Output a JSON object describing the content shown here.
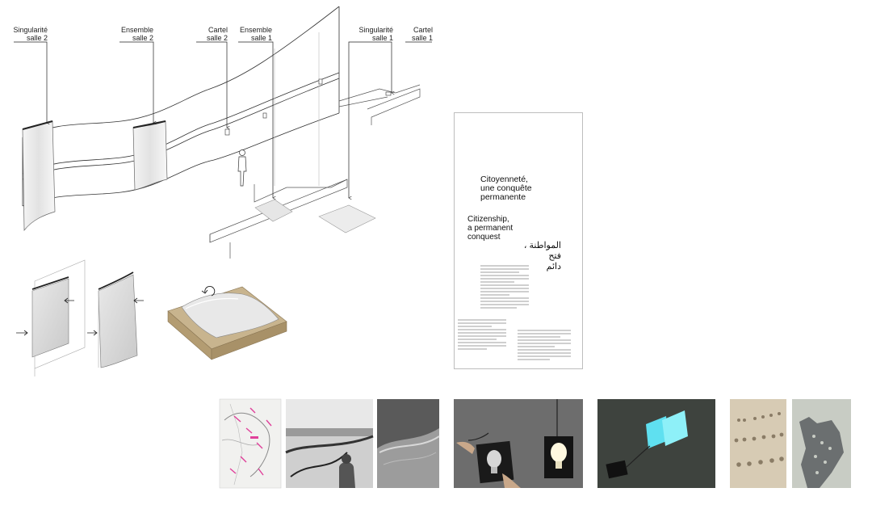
{
  "labels": {
    "singularite_salle2": [
      "Singularité",
      "salle 2"
    ],
    "ensemble_salle2": [
      "Ensemble",
      "salle 2"
    ],
    "cartel_salle2": [
      "Cartel",
      "salle 2"
    ],
    "ensemble_salle1": [
      "Ensemble",
      "salle 1"
    ],
    "singularite_salle1": [
      "Singularité",
      "salle 1"
    ],
    "cartel_salle1": [
      "Cartel",
      "salle 1"
    ]
  },
  "poster": {
    "title_fr": [
      "Citoyenneté,",
      "une conquête",
      "permanente"
    ],
    "title_en": [
      "Citizenship,",
      "a permanent",
      "conquest"
    ],
    "title_ar": [
      "المواطنة ،",
      "فتح",
      "دائم"
    ]
  },
  "colors": {
    "wood": "#c8b48e",
    "wood_dark": "#a89168",
    "line": "#333333",
    "panel_grey": "#d9d9d9",
    "cyan_glow": "#5fe0f0",
    "magenta": "#e0409a"
  }
}
